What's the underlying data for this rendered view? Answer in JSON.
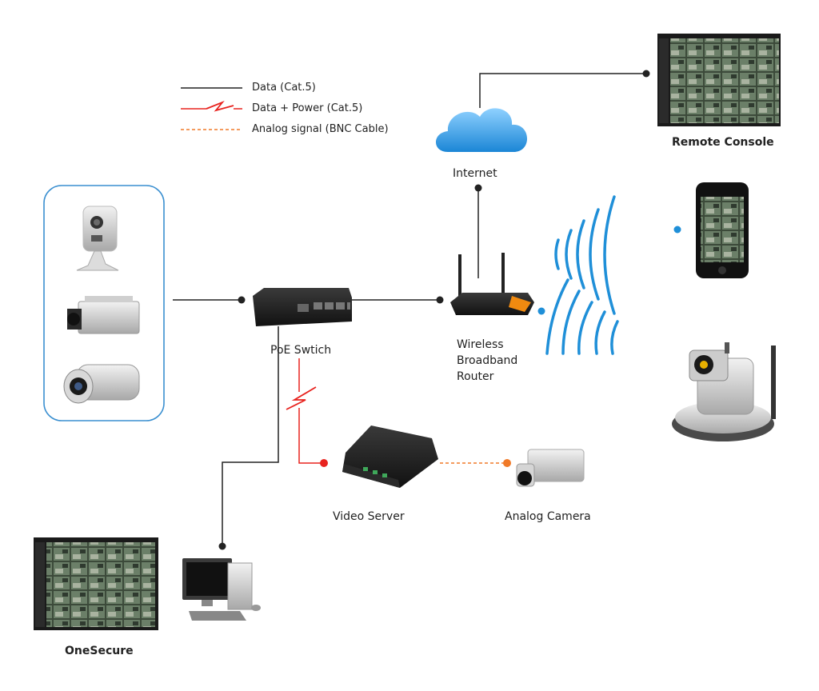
{
  "legend": {
    "data": "Data (Cat.5)",
    "data_power": "Data + Power (Cat.5)",
    "analog": "Analog signal (BNC Cable)"
  },
  "labels": {
    "remote_console": "Remote Console",
    "internet": "Internet",
    "poe_switch": "PoE Swtich",
    "router_line1": "Wireless",
    "router_line2": "Broadband",
    "router_line3": "Router",
    "video_server": "Video Server",
    "analog_camera": "Analog Camera",
    "onesecure": "OneSecure"
  },
  "colors": {
    "data_line": "#222222",
    "power_line": "#e8231f",
    "analog_line": "#f07a28",
    "wifi": "#1f8fd8",
    "cloud": "#2a9ae0",
    "group_border": "#3a8fd0"
  }
}
